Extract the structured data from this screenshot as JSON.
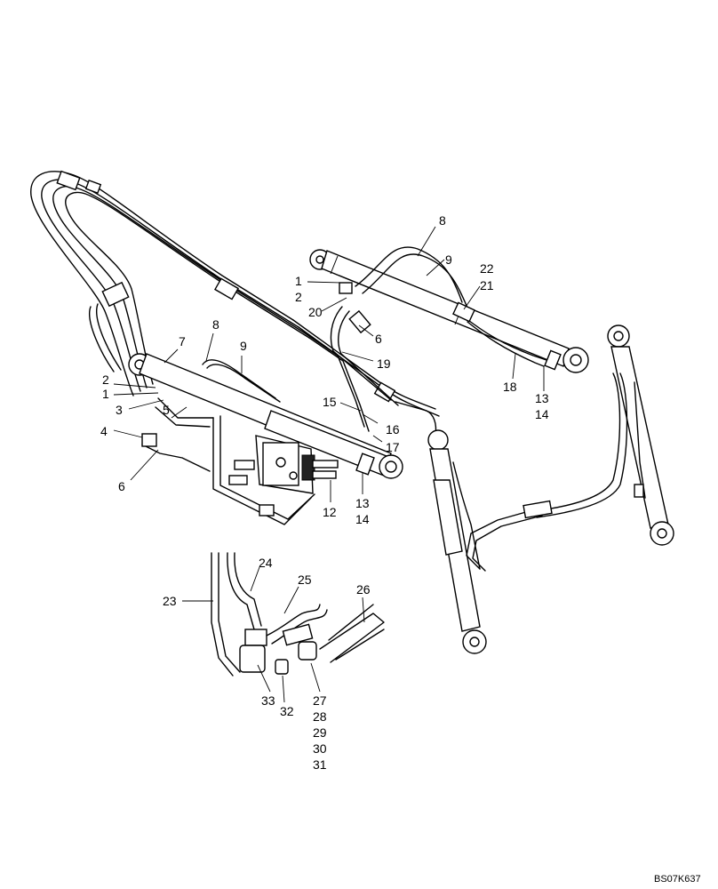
{
  "diagram": {
    "drawing_code": "BS07K637",
    "callouts": {
      "c1a": "1",
      "c2a": "2",
      "c20": "20",
      "c8a": "8",
      "c9a": "9",
      "c22": "22",
      "c21": "21",
      "c6a": "6",
      "c19": "19",
      "c18": "18",
      "c13a": "13",
      "c14a": "14",
      "c7": "7",
      "c8b": "8",
      "c9b": "9",
      "c2b": "2",
      "c1b": "1",
      "c3": "3",
      "c5": "5",
      "c4": "4",
      "c15": "15",
      "c16": "16",
      "c17": "17",
      "c6b": "6",
      "c13b": "13",
      "c14b": "14",
      "c12": "12",
      "c24": "24",
      "c25": "25",
      "c26": "26",
      "c23": "23",
      "c33": "33",
      "c32": "32",
      "c27": "27",
      "c28": "28",
      "c29": "29",
      "c30": "30",
      "c31": "31"
    }
  }
}
